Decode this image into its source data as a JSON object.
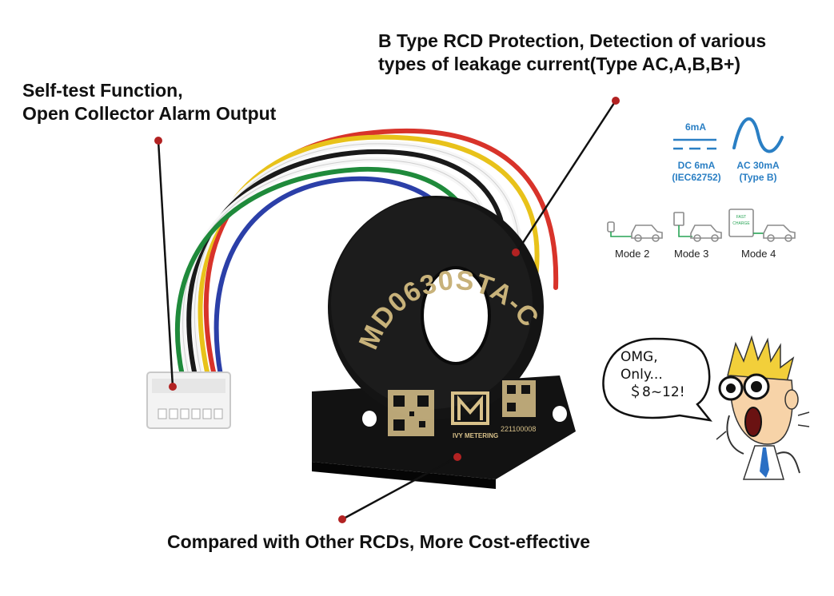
{
  "callouts": {
    "self_test": [
      "Self-test Function,",
      "Open Collector Alarm Output"
    ],
    "b_type": [
      "B Type RCD Protection, Detection of various",
      "types of leakage current(Type AC,A,B,B+)"
    ],
    "cost": "Compared with Other RCDs, More Cost-effective"
  },
  "detection": {
    "dc_top": "6mA",
    "dc_label": [
      "DC 6mA",
      "(IEC62752)"
    ],
    "ac_label": [
      "AC 30mA",
      "(Type B)"
    ]
  },
  "modes": [
    "Mode 2",
    "Mode 3",
    "Mode 4"
  ],
  "fast_charge": [
    "FAST",
    "CHARGE"
  ],
  "bubble": [
    "OMG,",
    "Only...",
    "＄8~12!"
  ],
  "product": {
    "model": "MD0630STA-C",
    "brand": "IVY METERING",
    "serial": "221100008"
  },
  "colors": {
    "accent_blue": "#2a7fc4",
    "callout_dot": "#b22222",
    "wire_red": "#d8332a",
    "wire_yellow": "#e8c21a",
    "wire_green": "#1f8a3b",
    "wire_blue": "#2b3fa8",
    "wire_black": "#1a1a1a",
    "wire_white": "#f4f4f4"
  }
}
